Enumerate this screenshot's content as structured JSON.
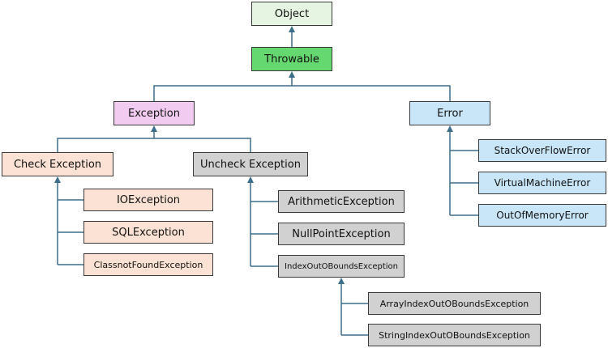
{
  "colors": {
    "object": "#e6f5e1",
    "throwable": "#66d870",
    "exception": "#f2ccf0",
    "error": "#c8e6f7",
    "checked": "#fbe2d4",
    "unchecked": "#d1d1d1",
    "connector": "#3d6f8c"
  },
  "nodes": {
    "object": "Object",
    "throwable": "Throwable",
    "exception": "Exception",
    "error": "Error",
    "check_exception": "Check Exception",
    "uncheck_exception": "Uncheck Exception",
    "io_exception": "IOException",
    "sql_exception": "SQLException",
    "class_not_found_exception": "ClassnotFoundException",
    "arithmetic_exception": "ArithmeticException",
    "null_point_exception": "NullPointException",
    "index_out_of_bounds_exception": "IndexOutOBoundsException",
    "array_index_out_of_bounds_exception": "ArrayIndexOutOBoundsException",
    "string_index_out_of_bounds_exception": "StringIndexOutOBoundsException",
    "stack_overflow_error": "StackOverFlowError",
    "virtual_machine_error": "VirtualMachineError",
    "out_of_memory_error": "OutOfMemoryError"
  }
}
